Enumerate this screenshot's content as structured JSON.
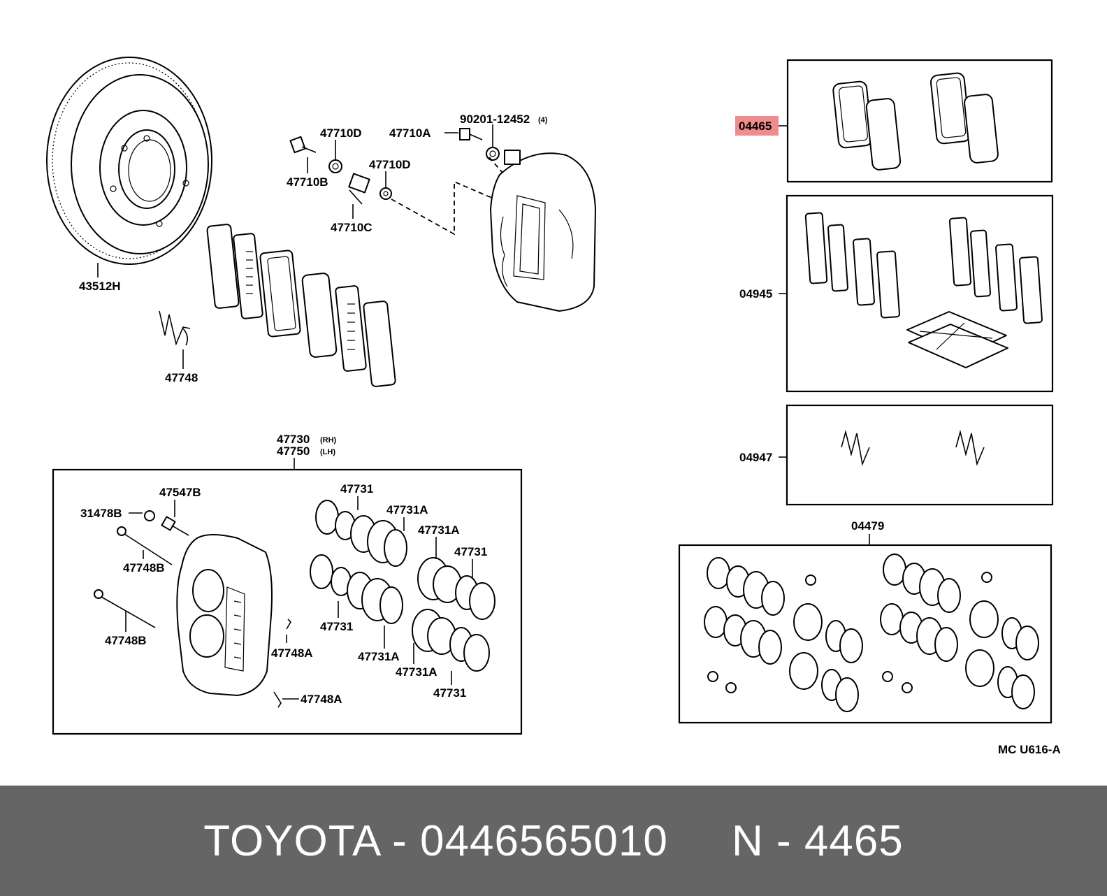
{
  "parts": {
    "rotor": "43512H",
    "bleeder_d1": "47710D",
    "bleeder_b": "47710B",
    "bleeder_a": "47710A",
    "bolt_90201": "90201-12452",
    "bolt_qty": "(4)",
    "bleeder_d2": "47710D",
    "bleeder_c": "47710C",
    "spring_47748": "47748",
    "caliper_rh": "47730",
    "caliper_rh_tag": "(RH)",
    "caliper_lh": "47750",
    "caliper_lh_tag": "(LH)",
    "cap_31478b": "31478B",
    "bleeder_47547b": "47547B",
    "pin_47748b_1": "47748B",
    "pin_47748b_2": "47748B",
    "clip_47748a_1": "47748A",
    "clip_47748a_2": "47748A",
    "seal_47731_1": "47731",
    "seal_47731a_1": "47731A",
    "seal_47731a_2": "47731A",
    "seal_47731_2": "47731",
    "seal_47731_3": "47731",
    "seal_47731a_3": "47731A",
    "seal_47731a_4": "47731A",
    "seal_47731_4": "47731",
    "kit_04465": "04465",
    "kit_04945": "04945",
    "kit_04947": "04947",
    "kit_04479": "04479"
  },
  "diagram_code": "MC  U616-A",
  "footer": {
    "text": "TOYOTA - 0446565010     N - 4465"
  },
  "colors": {
    "highlight": "#f08c8c",
    "footer_bg": "#656565",
    "footer_text": "#ffffff"
  }
}
